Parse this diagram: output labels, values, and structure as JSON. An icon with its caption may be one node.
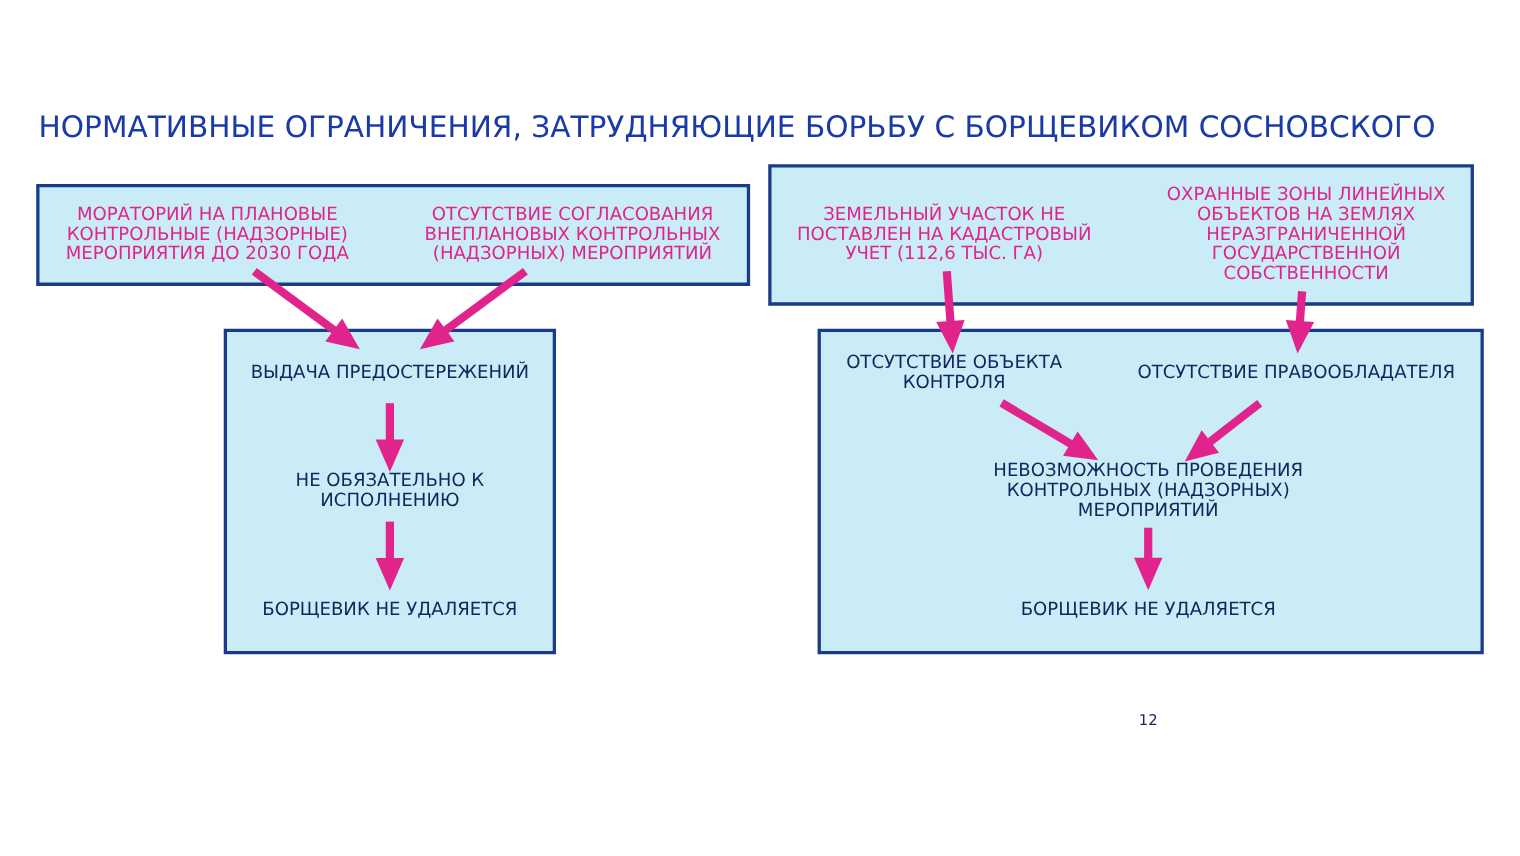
{
  "diagram": {
    "title": "НОРМАТИВНЫЕ ОГРАНИЧЕНИЯ, ЗАТРУДНЯЮЩИЕ БОРЬБУ С БОРЩЕВИКОМ СОСНОВСКОГО",
    "nodes": [
      {
        "text": [],
        "shape": "box"
      },
      {
        "text": [
          "МОРАТОРИЙ НА ПЛАНОВЫЕ КОНТРОЛЬНЫЕ (НАДЗОРНЫЕ) МЕРОПРИЯТИЯ ДО 2030 ГОДА"
        ],
        "in": 0
      },
      {
        "text": [
          "ОТСУТСТВИЕ СОГЛАСОВАНИЯ ВНЕПЛАНОВЫХ КОНТРОЛЬНЫХ (НАДЗОРНЫХ) МЕРОПРИЯТИЙ"
        ],
        "in": 0
      },
      {
        "text": [],
        "shape": "box"
      },
      {
        "text": [
          "ЗЕМЕЛЬНЫЙ УЧАСТОК НЕ ПОСТАВЛЕН НА КАДАСТРОВЫЙ УЧЕТ (112,6 ТЫС. ГА)"
        ],
        "in": 3
      },
      {
        "text": [
          "ОХРАННЫЕ ЗОНЫ ЛИНЕЙНЫХ ОБЪЕКТОВ НА ЗЕМЛЯХ НЕРАЗГРАНИЧЕННОЙ ГОСУДАРСТВЕННОЙ СОБСТВЕННОСТИ"
        ],
        "in": 3
      },
      {
        "text": [],
        "shape": "box"
      },
      {
        "text": [
          "ВЫДАЧА ПРЕДОСТЕРЕЖЕНИЙ"
        ],
        "in": 6
      },
      {
        "text": [
          "НЕ ОБЯЗАТЕЛЬНО К ИСПОЛНЕНИЮ"
        ],
        "in": 6
      },
      {
        "text": [
          "БОРЩЕВИК НЕ УДАЛЯЕТСЯ"
        ],
        "in": 6
      },
      {
        "text": [],
        "shape": "box"
      },
      {
        "text": [
          "ОТСУТСТВИЕ ОБЪЕКТА КОНТРОЛЯ"
        ],
        "in": 10
      },
      {
        "text": [
          "ОТСУТСТВИЕ ПРАВООБЛАДАТЕЛЯ"
        ],
        "in": 10
      },
      {
        "text": [
          "НЕВОЗМОЖНОСТЬ ПРОВЕДЕНИЯ КОНТРОЛЬНЫХ (НАДЗОРНЫХ) МЕРОПРИЯТИЙ"
        ],
        "in": 10
      },
      {
        "text": [
          "БОРЩЕВИК НЕ УДАЛЯЕТСЯ"
        ],
        "in": 10
      }
    ],
    "edges": [
      {
        "from": 1,
        "to": 7,
        "arrow": "to"
      },
      {
        "from": 2,
        "to": 7,
        "arrow": "to"
      },
      {
        "from": 7,
        "to": 8,
        "arrow": "to"
      },
      {
        "from": 8,
        "to": 9,
        "arrow": "to"
      },
      {
        "from": 4,
        "to": 11,
        "arrow": "to"
      },
      {
        "from": 5,
        "to": 12,
        "arrow": "to"
      },
      {
        "from": 11,
        "to": 13,
        "arrow": "to"
      },
      {
        "from": 12,
        "to": 13,
        "arrow": "to"
      },
      {
        "from": 13,
        "to": 14,
        "arrow": "to"
      }
    ],
    "labels": [
      "12"
    ]
  }
}
